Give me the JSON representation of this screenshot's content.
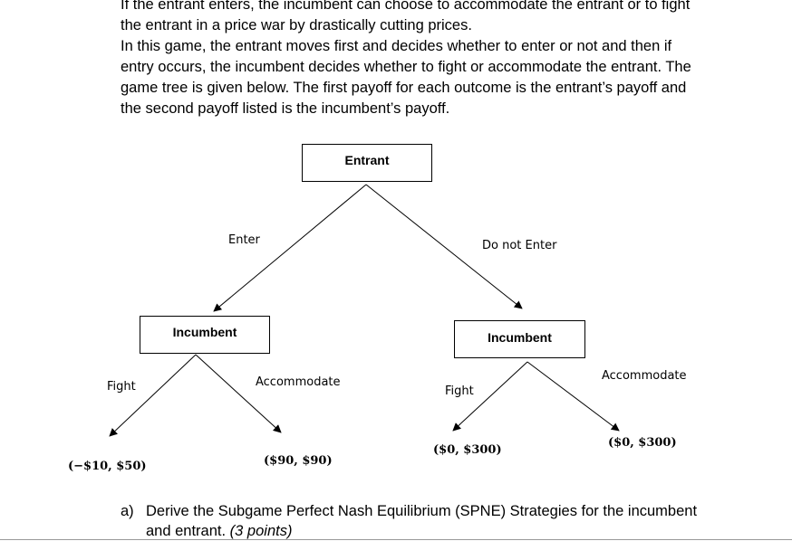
{
  "intro": {
    "line1": "If the entrant enters, the incumbent can choose to accommodate the entrant or to fight",
    "line2": "the entrant in a price war by drastically cutting prices.",
    "line3": "In this game, the entrant moves first and decides whether to enter or not and then if",
    "line4": "entry occurs, the incumbent decides whether to fight or accommodate the entrant. The",
    "line5": "game tree is given below. The first payoff for each outcome is the entrant’s payoff and",
    "line6": "the second payoff listed is the incumbent’s payoff."
  },
  "tree": {
    "root": "Entrant",
    "left_node": "Incumbent",
    "right_node": "Incumbent",
    "edge_enter": "Enter",
    "edge_not_enter": "Do not Enter",
    "left_fight": "Fight",
    "left_accommodate": "Accommodate",
    "right_fight": "Fight",
    "right_accommodate": "Accommodate",
    "payoff_ll": "(−$10, $50)",
    "payoff_lr": "($90, $90)",
    "payoff_rl": "($0, $300)",
    "payoff_rr": "($0, $300)"
  },
  "question": {
    "label": "a)",
    "text1": "Derive the Subgame Perfect Nash Equilibrium (SPNE) Strategies for the incumbent",
    "text2": "and entrant.",
    "points": "(3 points)"
  }
}
